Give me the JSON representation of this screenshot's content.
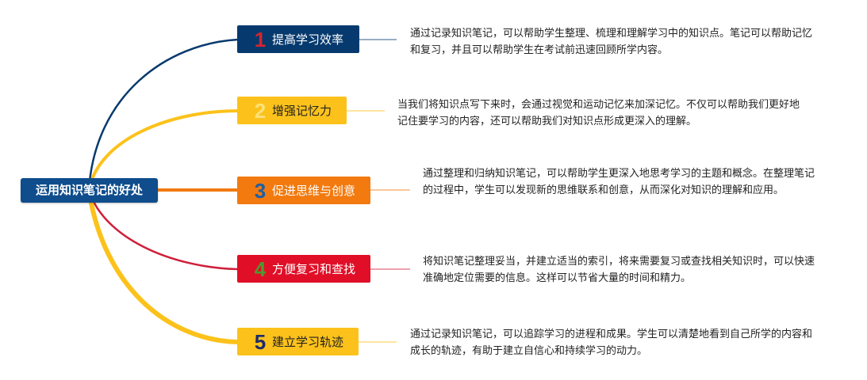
{
  "root": {
    "label": "运用知识笔记的好处"
  },
  "branches": [
    {
      "num": "1",
      "label": "提高学习效率",
      "desc": "通过记录知识笔记，可以帮助学生整理、梳理和理解学习中的知识点。笔记可以帮助记忆和复习，并且可以帮助学生在考试前迅速回顾所学内容。",
      "color": "#063a6e",
      "text_color": "#ffffff",
      "num_color": "#d6252c",
      "line_color": "#063a6e"
    },
    {
      "num": "2",
      "label": "增强记忆力",
      "desc": "当我们将知识点写下来时，会通过视觉和运动记忆来加深记忆。不仅可以帮助我们更好地记住要学习的内容，还可以帮助我们对知识点形成更深入的理解。",
      "color": "#fcc21b",
      "text_color": "#222222",
      "num_color": "#fde27a",
      "line_color": "#fcc21b"
    },
    {
      "num": "3",
      "label": "促进思维与创意",
      "desc": "通过整理和归纳知识笔记，可以帮助学生更深入地思考学习的主题和概念。在整理笔记的过程中，学生可以发现新的思维联系和创意，从而深化对知识的理解和应用。",
      "color": "#f27a0f",
      "text_color": "#ffffff",
      "num_color": "#1c5fa8",
      "line_color": "#f27a0f"
    },
    {
      "num": "4",
      "label": "方便复习和查找",
      "desc": "将知识笔记整理妥当，并建立适当的索引，将来需要复习或查找相关知识时，可以快速准确地定位需要的信息。这样可以节省大量的时间和精力。",
      "color": "#e00f27",
      "text_color": "#ffffff",
      "num_color": "#4a9b2e",
      "line_color": "#cf1f3a"
    },
    {
      "num": "5",
      "label": "建立学习轨迹",
      "desc": "通过记录知识笔记，可以追踪学习的进程和成果。学生可以清楚地看到自己所学的内容和成长的轨迹，有助于建立自信心和持续学习的动力。",
      "color": "#fcc21b",
      "text_color": "#222222",
      "num_color": "#1d2a6b",
      "line_color": "#fcc21b"
    }
  ]
}
